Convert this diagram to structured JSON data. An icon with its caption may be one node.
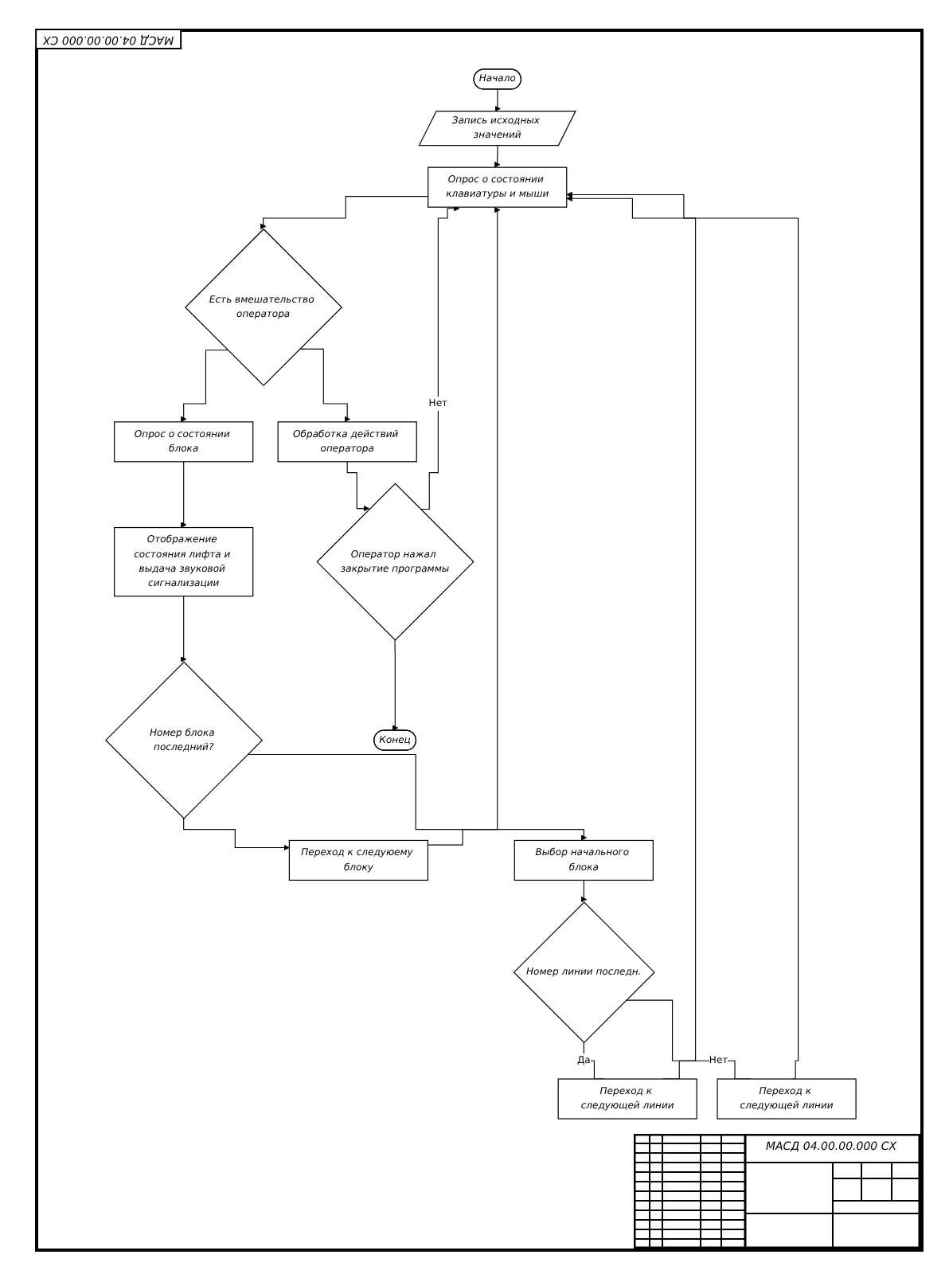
{
  "diagram": {
    "nodes": [
      {
        "text": [
          "Начало"
        ]
      },
      {
        "text": [
          "Запись исходных значений"
        ]
      },
      {
        "text": [
          "Опрос о состоянии клавиатуры и мыши"
        ]
      },
      {
        "text": [
          "Есть вмешательство оператора"
        ]
      },
      {
        "text": [
          "Обработка действий оператора"
        ]
      },
      {
        "text": [
          "Опрос о состоянии блока"
        ]
      },
      {
        "text": [
          "Оператор нажал закрытие программы"
        ]
      },
      {
        "text": [
          "Отображение состояния лифта и выдача звуковой сигнализации"
        ]
      },
      {
        "text": [
          "Конец"
        ]
      },
      {
        "text": [
          "Номер блока последний?"
        ]
      },
      {
        "text": [
          "Выбор начального блока"
        ]
      },
      {
        "text": [
          "Переход к следуюему блоку"
        ]
      },
      {
        "text": [
          "Номер линии последн."
        ]
      },
      {
        "text": [
          "Переход к следующей линии"
        ]
      },
      {
        "text": [
          "Переход к следующей линии"
        ]
      }
    ],
    "edges": [
      {
        "from": 0,
        "to": 1,
        "arrow": "to"
      },
      {
        "from": 1,
        "to": 2,
        "arrow": "to"
      },
      {
        "from": 2,
        "to": 3,
        "arrow": "to"
      },
      {
        "from": 3,
        "to": 5,
        "arrow": "to"
      },
      {
        "from": 3,
        "to": 4,
        "arrow": "to"
      },
      {
        "from": 5,
        "to": 7,
        "arrow": "to"
      },
      {
        "from": 4,
        "to": 6,
        "arrow": "to"
      },
      {
        "from": 6,
        "to": 8,
        "arrow": "to"
      },
      {
        "from": 6,
        "to": 2,
        "arrow": "to",
        "label": "Нет"
      },
      {
        "from": 7,
        "to": 9,
        "arrow": "to"
      },
      {
        "from": 9,
        "to": 11,
        "arrow": "to"
      },
      {
        "from": 9,
        "to": 10,
        "arrow": "to"
      },
      {
        "from": 10,
        "to": 12,
        "arrow": "to"
      },
      {
        "from": 12,
        "to": 13,
        "arrow": "none",
        "label": "Да"
      },
      {
        "from": 12,
        "to": 14,
        "arrow": "none",
        "label": "Нет"
      },
      {
        "from": 11,
        "to": 2,
        "arrow": "to"
      },
      {
        "from": 13,
        "to": 2,
        "arrow": "to"
      },
      {
        "from": 14,
        "to": 2,
        "arrow": "to"
      }
    ],
    "labels": [
      "МАСД 04.00.00.000 СХ",
      "МАСД 04.00.00.000 СХ"
    ]
  }
}
